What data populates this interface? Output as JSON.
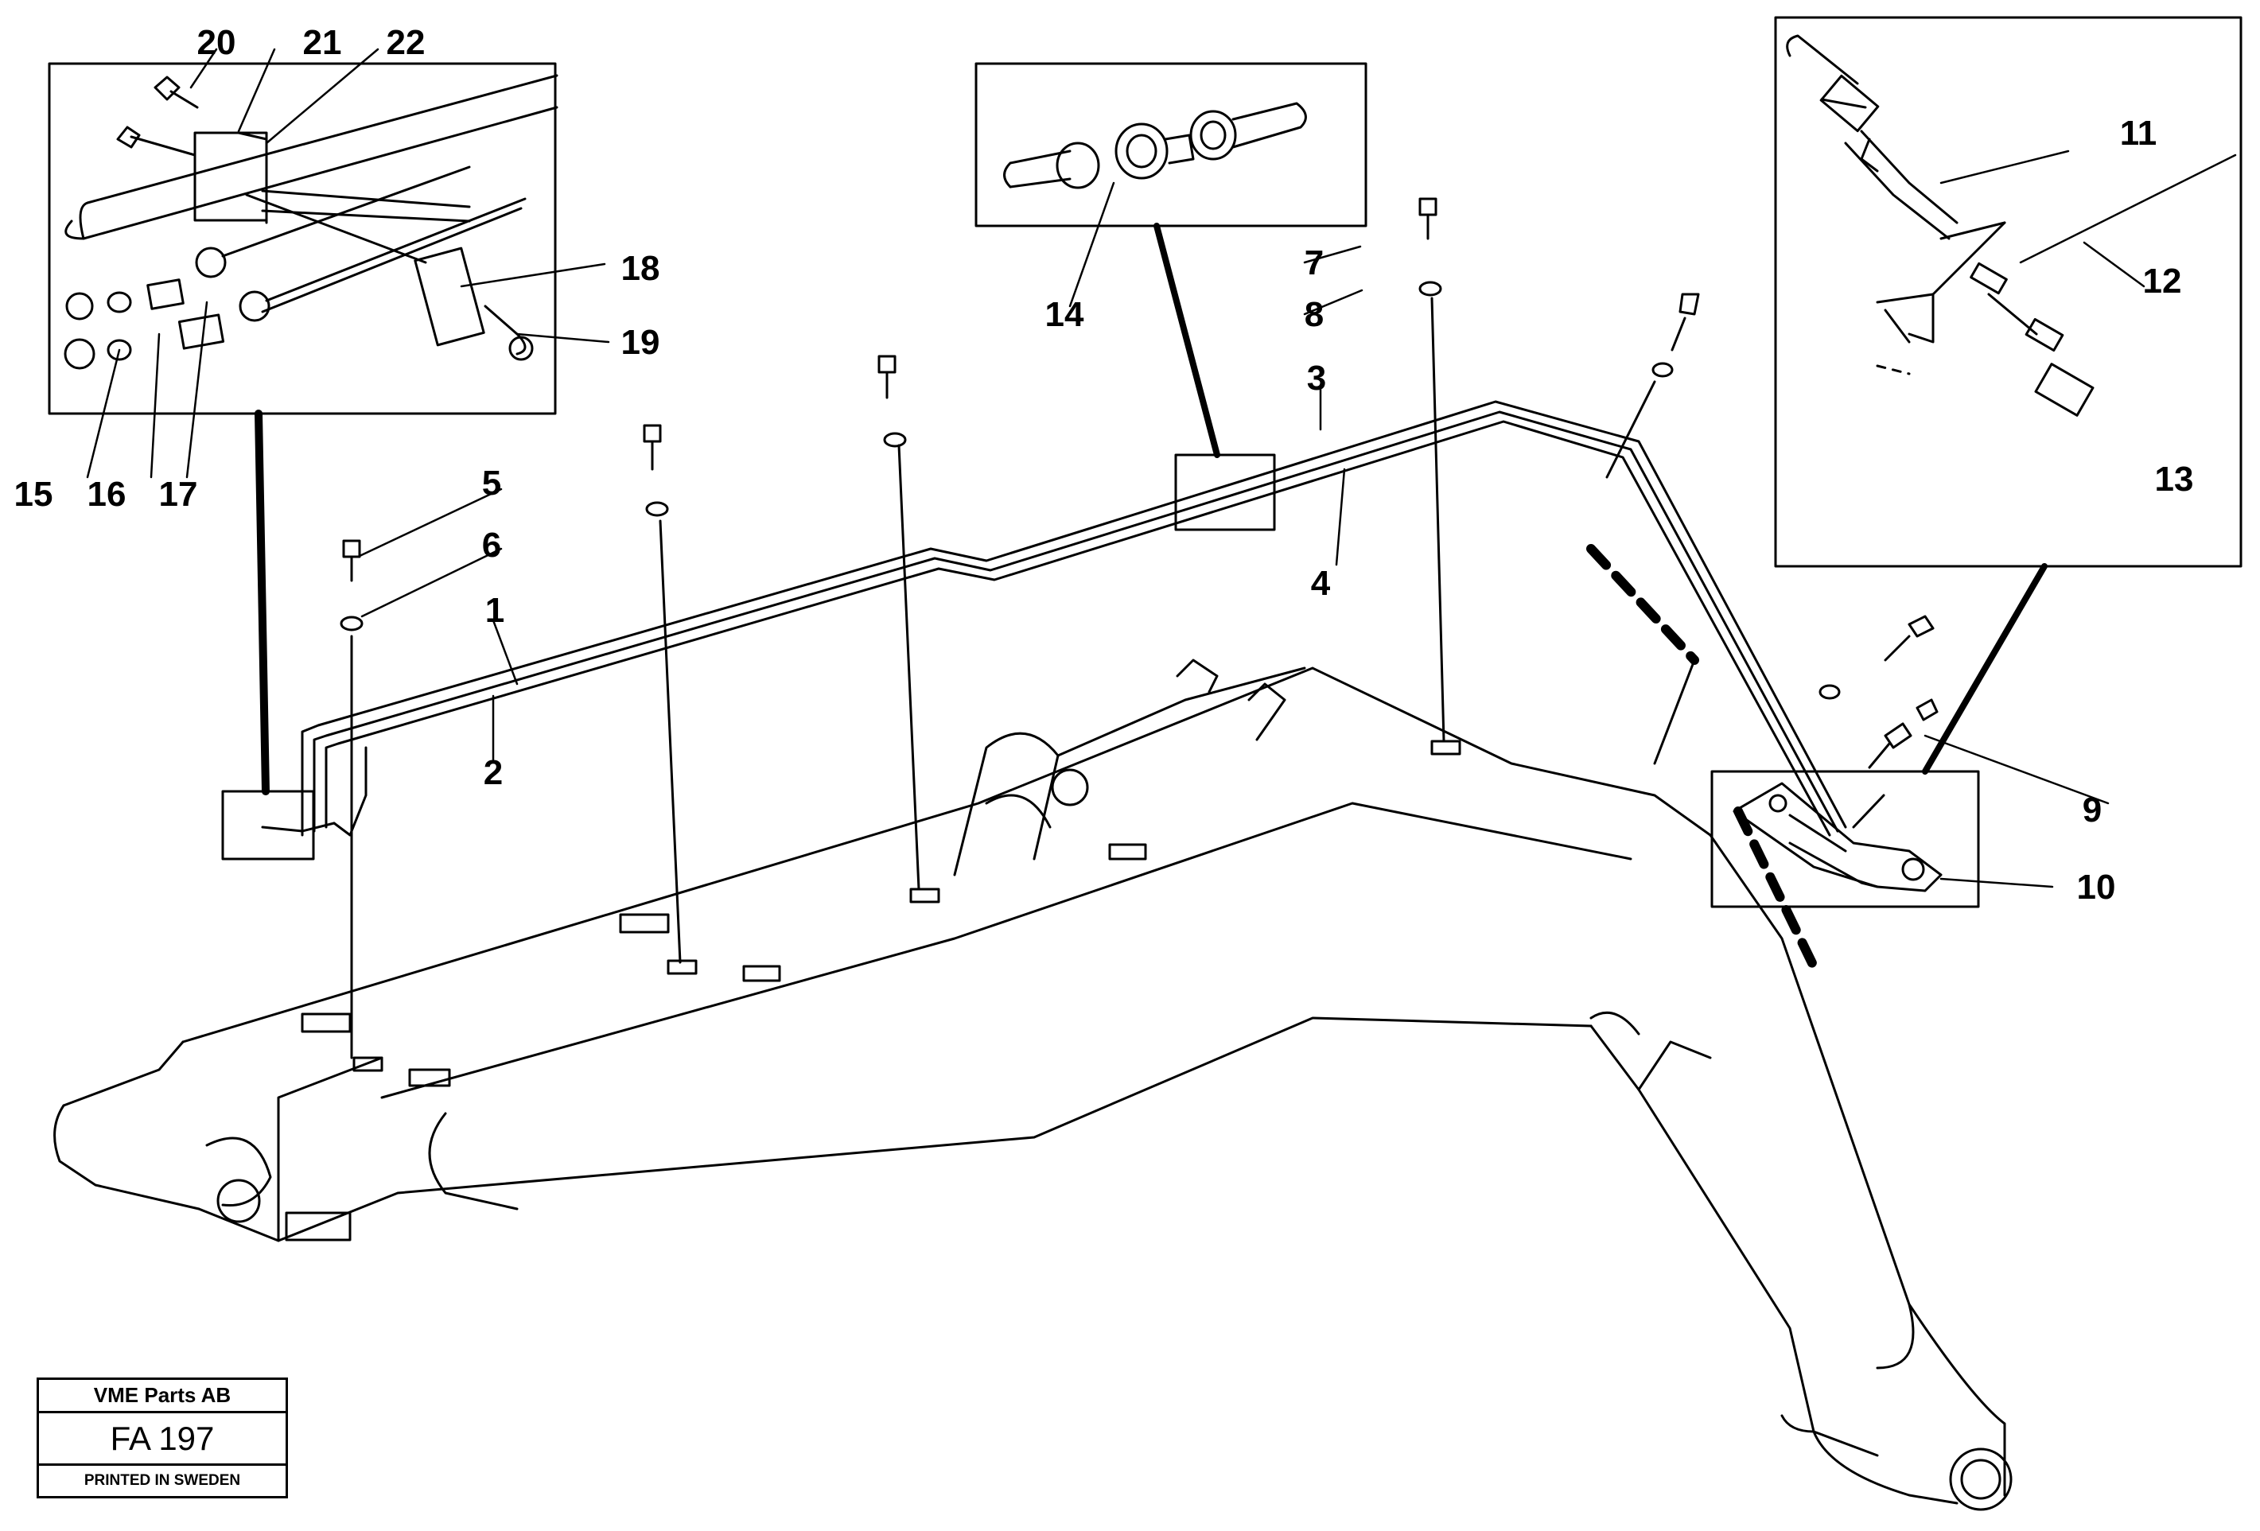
{
  "callouts": {
    "c1": "1",
    "c2": "2",
    "c3": "3",
    "c4": "4",
    "c5": "5",
    "c6": "6",
    "c7": "7",
    "c8": "8",
    "c9": "9",
    "c10": "10",
    "c11": "11",
    "c12": "12",
    "c13": "13",
    "c14": "14",
    "c15": "15",
    "c16": "16",
    "c17": "17",
    "c18": "18",
    "c19": "19",
    "c20": "20",
    "c21": "21",
    "c22": "22"
  },
  "title_block": {
    "company": "VME Parts AB",
    "code": "FA 197",
    "printed": "PRINTED IN SWEDEN"
  }
}
